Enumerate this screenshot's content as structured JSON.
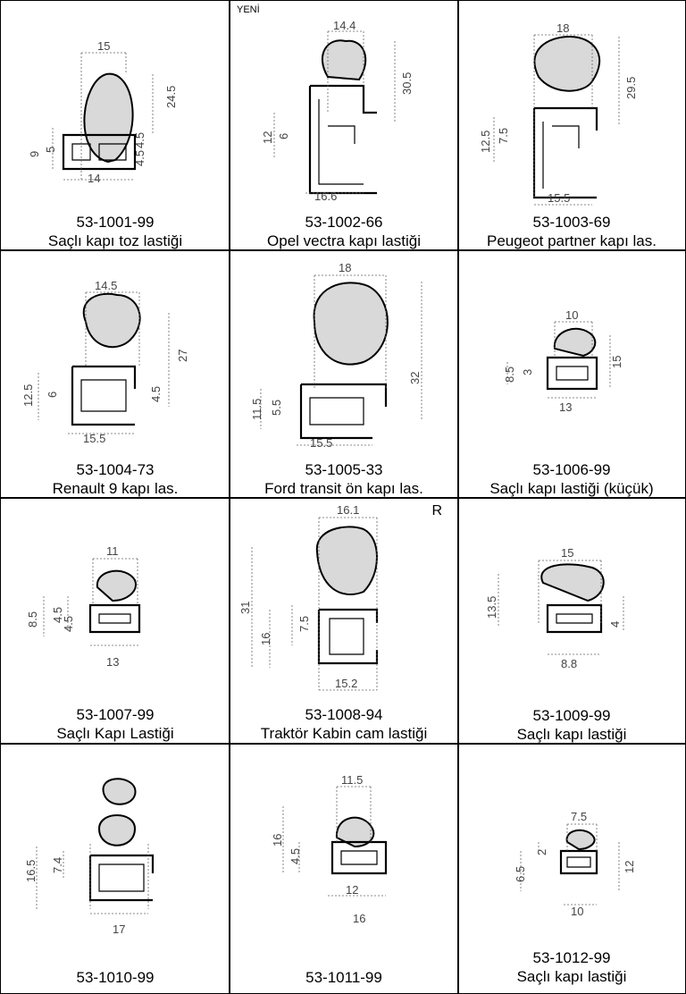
{
  "items": [
    {
      "code": "53-1001-99",
      "name": "Saçlı kapı toz lastiği",
      "badge": "",
      "dims": [
        "15",
        "24.5",
        "9",
        "5",
        "4.5",
        "4.5",
        "14"
      ]
    },
    {
      "code": "53-1002-66",
      "name": "Opel vectra kapı lastiği",
      "badge": "YENİ",
      "dims": [
        "14.4",
        "30.5",
        "12",
        "6",
        "16.6"
      ]
    },
    {
      "code": "53-1003-69",
      "name": "Peugeot partner kapı las.",
      "badge": "",
      "dims": [
        "18",
        "29.5",
        "12.5",
        "7.5",
        "15.5"
      ]
    },
    {
      "code": "53-1004-73",
      "name": "Renault 9 kapı las.",
      "badge": "",
      "dims": [
        "14.5",
        "27",
        "12.5",
        "6",
        "4.5",
        "15.5"
      ]
    },
    {
      "code": "53-1005-33",
      "name": "Ford transit ön kapı las.",
      "badge": "",
      "dims": [
        "18",
        "32",
        "11.5",
        "5.5",
        "15.5"
      ]
    },
    {
      "code": "53-1006-99",
      "name": "Saçlı kapı lastiği (küçük)",
      "badge": "",
      "dims": [
        "10",
        "15",
        "8.5",
        "3",
        "13"
      ]
    },
    {
      "code": "53-1007-99",
      "name": "Saçlı Kapı Lastiği",
      "badge": "",
      "dims": [
        "11",
        "8.5",
        "4.5",
        "4.5",
        "13"
      ]
    },
    {
      "code": "53-1008-94",
      "name": "Traktör Kabin cam lastiği",
      "badge": "R",
      "dims": [
        "16.1",
        "31",
        "16",
        "7.5",
        "15.2"
      ]
    },
    {
      "code": "53-1009-99",
      "name": "Saçlı kapı lastiği",
      "badge": "",
      "dims": [
        "15",
        "13.5",
        "4",
        "8.8"
      ]
    },
    {
      "code": "53-1010-99",
      "name": "",
      "badge": "",
      "dims": [
        "16.5",
        "7.4",
        "17"
      ]
    },
    {
      "code": "53-1011-99",
      "name": "",
      "badge": "",
      "dims": [
        "11.5",
        "16",
        "4.5",
        "12",
        "16"
      ]
    },
    {
      "code": "53-1012-99",
      "name": "Saçlı kapı lastiği",
      "badge": "",
      "dims": [
        "7.5",
        "2",
        "6.5",
        "12",
        "10"
      ]
    }
  ]
}
